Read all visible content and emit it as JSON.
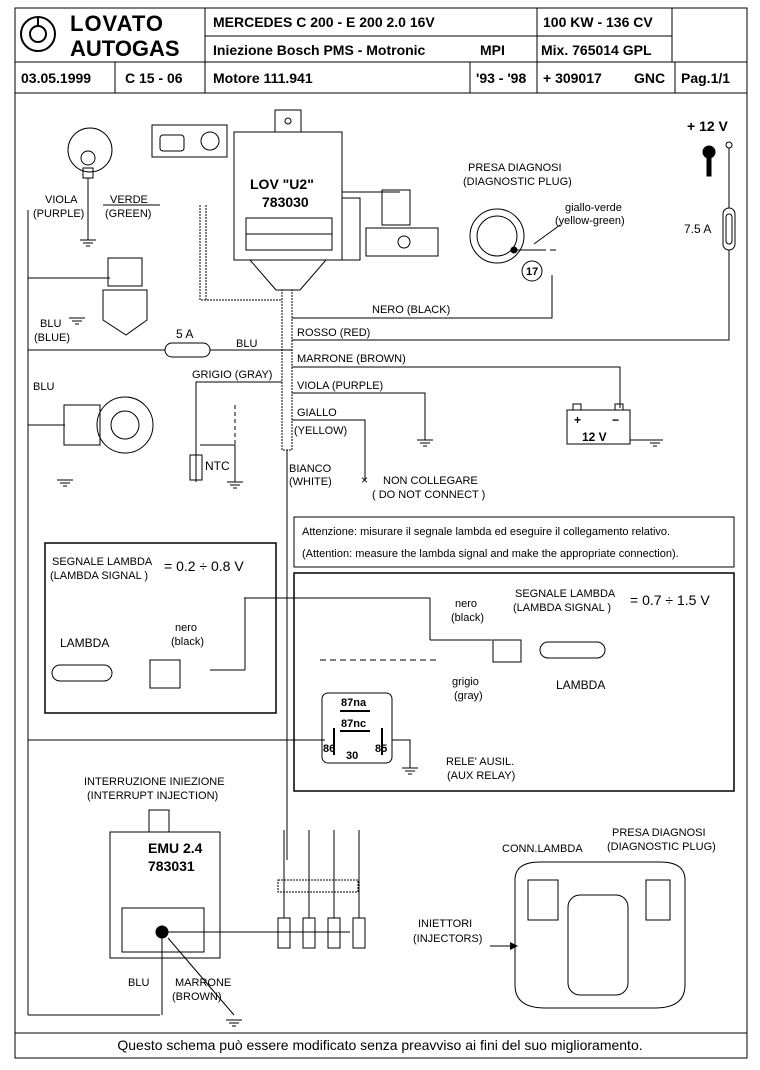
{
  "header": {
    "brand_top": "LOVATO",
    "brand_bottom": "AUTOGAS",
    "model": "MERCEDES  C 200 - E 200  2.0 16V",
    "power": "100 KW - 136 CV",
    "injection": "Iniezione Bosch PMS -  Motronic",
    "injection_type": "MPI",
    "mix": "Mix. 765014  GPL",
    "date": "03.05.1999",
    "code": "C 15 - 06",
    "engine": "Motore 111.941",
    "years": "'93 - '98",
    "part": "+ 309017",
    "gnc": "GNC",
    "page": "Pag.1/1"
  },
  "ecu": {
    "name": "LOV \"U2\"",
    "code": "783030"
  },
  "emu": {
    "name": "EMU 2.4",
    "code": "783031"
  },
  "labels": {
    "plus12": "+ 12 V",
    "fuse75": "7.5 A",
    "fuse5": "5 A",
    "presa_diagnosi": "PRESA DIAGNOSI",
    "diagnostic_plug": "(DIAGNOSTIC PLUG)",
    "giallo_verde": "giallo-verde",
    "yellow_green": "(yellow-green)",
    "pin17": "17",
    "viola": "VIOLA",
    "purple": "(PURPLE)",
    "verde": "VERDE",
    "green": "(GREEN)",
    "nero_black": "NERO (BLACK)",
    "rosso_red": "ROSSO (RED)",
    "blu": "BLU",
    "blue": "(BLUE)",
    "blu_line": "BLU",
    "blu_reducer": "BLU",
    "marrone_brown": "MARRONE (BROWN)",
    "grigio_gray": "GRIGIO (GRAY)",
    "viola_purple": "VIOLA (PURPLE)",
    "giallo": "GIALLO",
    "yellow": "(YELLOW)",
    "ntc": "NTC",
    "bianco": "BIANCO",
    "white": "(WHITE)",
    "x_mark": "×",
    "non_collegare": "NON COLLEGARE",
    "do_not_connect": "( DO NOT CONNECT )",
    "battery_v": "12 V",
    "battery_plus": "+",
    "battery_minus": "−",
    "attention_it": "Attenzione: misurare il segnale lambda ed eseguire il collegamento relativo.",
    "attention_en": "(Attention: measure the lambda signal and make the appropriate connection).",
    "segnale_lambda": "SEGNALE LAMBDA",
    "lambda_signal": "(LAMBDA SIGNAL )",
    "range_left": "= 0.2 ÷ 0.8  V",
    "range_right": "= 0.7 ÷ 1.5  V",
    "lambda": "LAMBDA",
    "nero": "nero",
    "black": "(black)",
    "grigio": "grigio",
    "gray": "(gray)",
    "r87na": "87na",
    "r87nc": "87nc",
    "r86": "86",
    "r30": "30",
    "r85": "85",
    "rele": "RELE' AUSIL.",
    "aux_relay": "(AUX RELAY)",
    "interruzione": "INTERRUZIONE INIEZIONE",
    "interrupt": "(INTERRUPT INJECTION)",
    "conn_lambda": "CONN.LAMBDA",
    "iniettori": "INIETTORI",
    "injectors": "(INJECTORS)",
    "blu_bottom": "BLU",
    "marrone": "MARRONE",
    "brown": "(BROWN)",
    "footer": "Questo schema può essere modificato senza preavviso ai fini del suo miglioramento."
  }
}
